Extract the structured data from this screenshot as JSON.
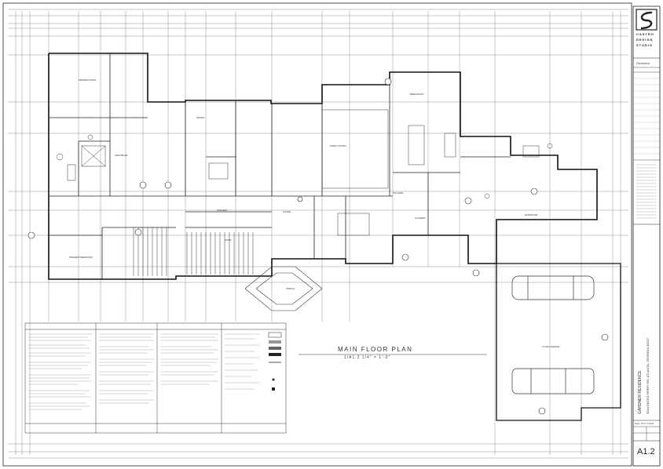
{
  "title_block": {
    "firm_line1": "CASTRO",
    "firm_line2": "DESIGN",
    "firm_line3": "STUDIO",
    "revisions_label": "Revisions",
    "project_name": "GARDNER RESIDENCE",
    "project_address": "3544 PACES FERRY RD, ATLANTA, GEORGIA 30327",
    "date": "Date: OCT 3 2024",
    "sheet_number": "A1.2"
  },
  "plan": {
    "title": "MAIN FLOOR PLAN",
    "scale": "1/A1.2 1/4\" = 1'-0\""
  },
  "rooms": {
    "primary_bath": "PRIMARY BATH",
    "breakfast": "BREAKFAST",
    "family_room": "FAMILY ROOM",
    "kitchen": "KITCHEN",
    "dining": "DINING",
    "foyer": "FOYER",
    "stair": "STAIR",
    "porch": "PORCH",
    "vestibule": "VESTIBULE",
    "gallery": "GALLERY",
    "laundry": "LAUNDRY",
    "garage": "3 CAR GARAGE",
    "primary_bedroom": "PRIMARY BEDROOM",
    "mudroom": "MUDROOM"
  }
}
